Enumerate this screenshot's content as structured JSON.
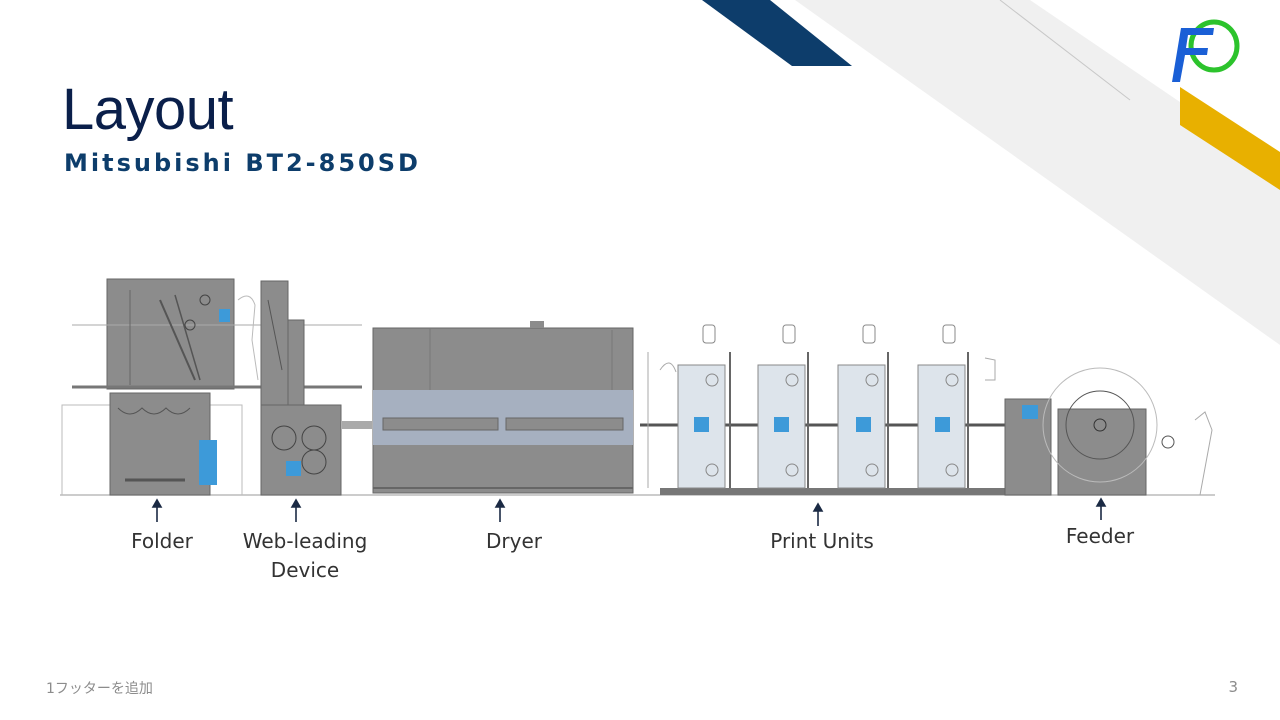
{
  "slide": {
    "title": "Layout",
    "subtitle": "Mitsubishi BT2-850SD",
    "logo_text": "FO",
    "labels": {
      "folder": "Folder",
      "web_leading_line1": "Web-leading",
      "web_leading_line2": "Device",
      "dryer": "Dryer",
      "print_units": "Print Units",
      "feeder": "Feeder"
    },
    "footer": "1フッターを追加",
    "page_number": "3"
  },
  "colors": {
    "title": "#0a1f4a",
    "subtitle": "#0d3d6b",
    "navy_stripe": "#0d3d6b",
    "gold_stripe": "#e8b000",
    "light_stripe": "#f0f0f0",
    "machine_gray": "#8a8a8a",
    "machine_blue": "#3d9ad9",
    "logo_blue": "#1a5fd6",
    "logo_green": "#2cc32c"
  }
}
